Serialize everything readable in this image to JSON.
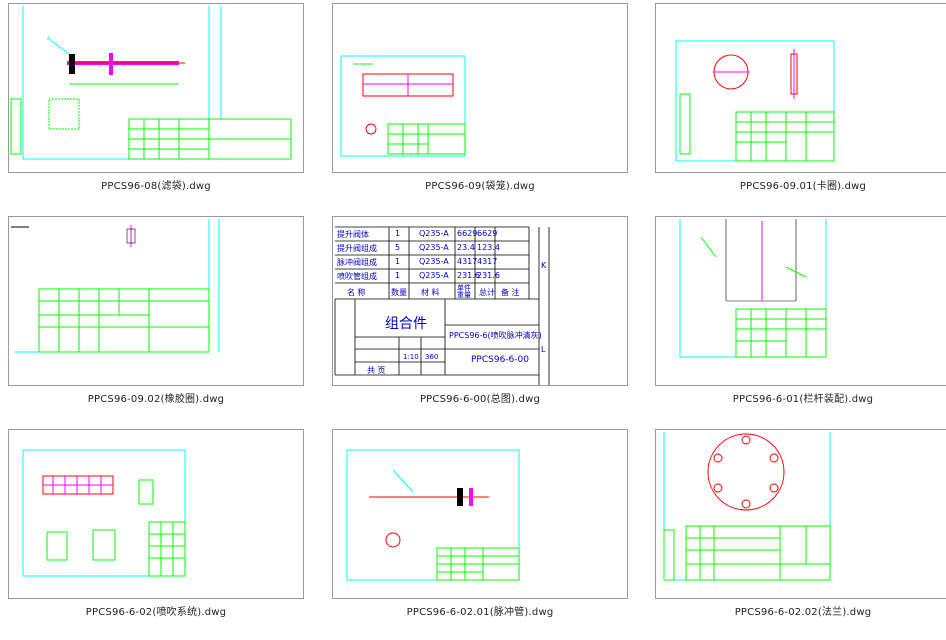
{
  "files": [
    {
      "name": "PPCS96-08(滤袋).dwg"
    },
    {
      "name": "PPCS96-09(袋笼).dwg"
    },
    {
      "name": "PPCS96-09.01(卡圈).dwg"
    },
    {
      "name": "PPCS96-09.02(橡胶圈).dwg"
    },
    {
      "name": "PPCS96-6-00(总图).dwg",
      "table": {
        "rows": [
          [
            "提升阀体",
            "1",
            "Q235-A",
            "6629",
            "6629"
          ],
          [
            "提升阀组成",
            "5",
            "Q235-A",
            "23.4",
            "123.4"
          ],
          [
            "脉冲阀组成",
            "1",
            "Q235-A",
            "4317",
            "4317"
          ],
          [
            "喷吹管组成",
            "1",
            "Q235-A",
            "231.6",
            "231.6"
          ]
        ],
        "header": [
          "名 称",
          "数量",
          "材 料",
          "单件 重量",
          "总计",
          "备 注"
        ],
        "title": "组合件",
        "drawing_name": "PPCS96-6(喷吹脉冲清灰)",
        "drawing_no": "PPCS96-6-00",
        "scale": "1:10",
        "weight": "360",
        "sheet": "共 页",
        "margin_marks": [
          "K",
          "L"
        ]
      }
    },
    {
      "name": "PPCS96-6-01(栏杆装配).dwg"
    },
    {
      "name": "PPCS96-6-02(喷吹系统).dwg"
    },
    {
      "name": "PPCS96-6-02.01(脉冲管).dwg"
    },
    {
      "name": "PPCS96-6-02.02(法兰).dwg"
    }
  ],
  "colors": {
    "cad_green": "#00ff00",
    "cad_cyan": "#00ffff",
    "cad_magenta": "#ff00ff",
    "cad_red": "#ff0000",
    "cad_white": "#ffffff",
    "frame_border": "#9a9a9a"
  }
}
